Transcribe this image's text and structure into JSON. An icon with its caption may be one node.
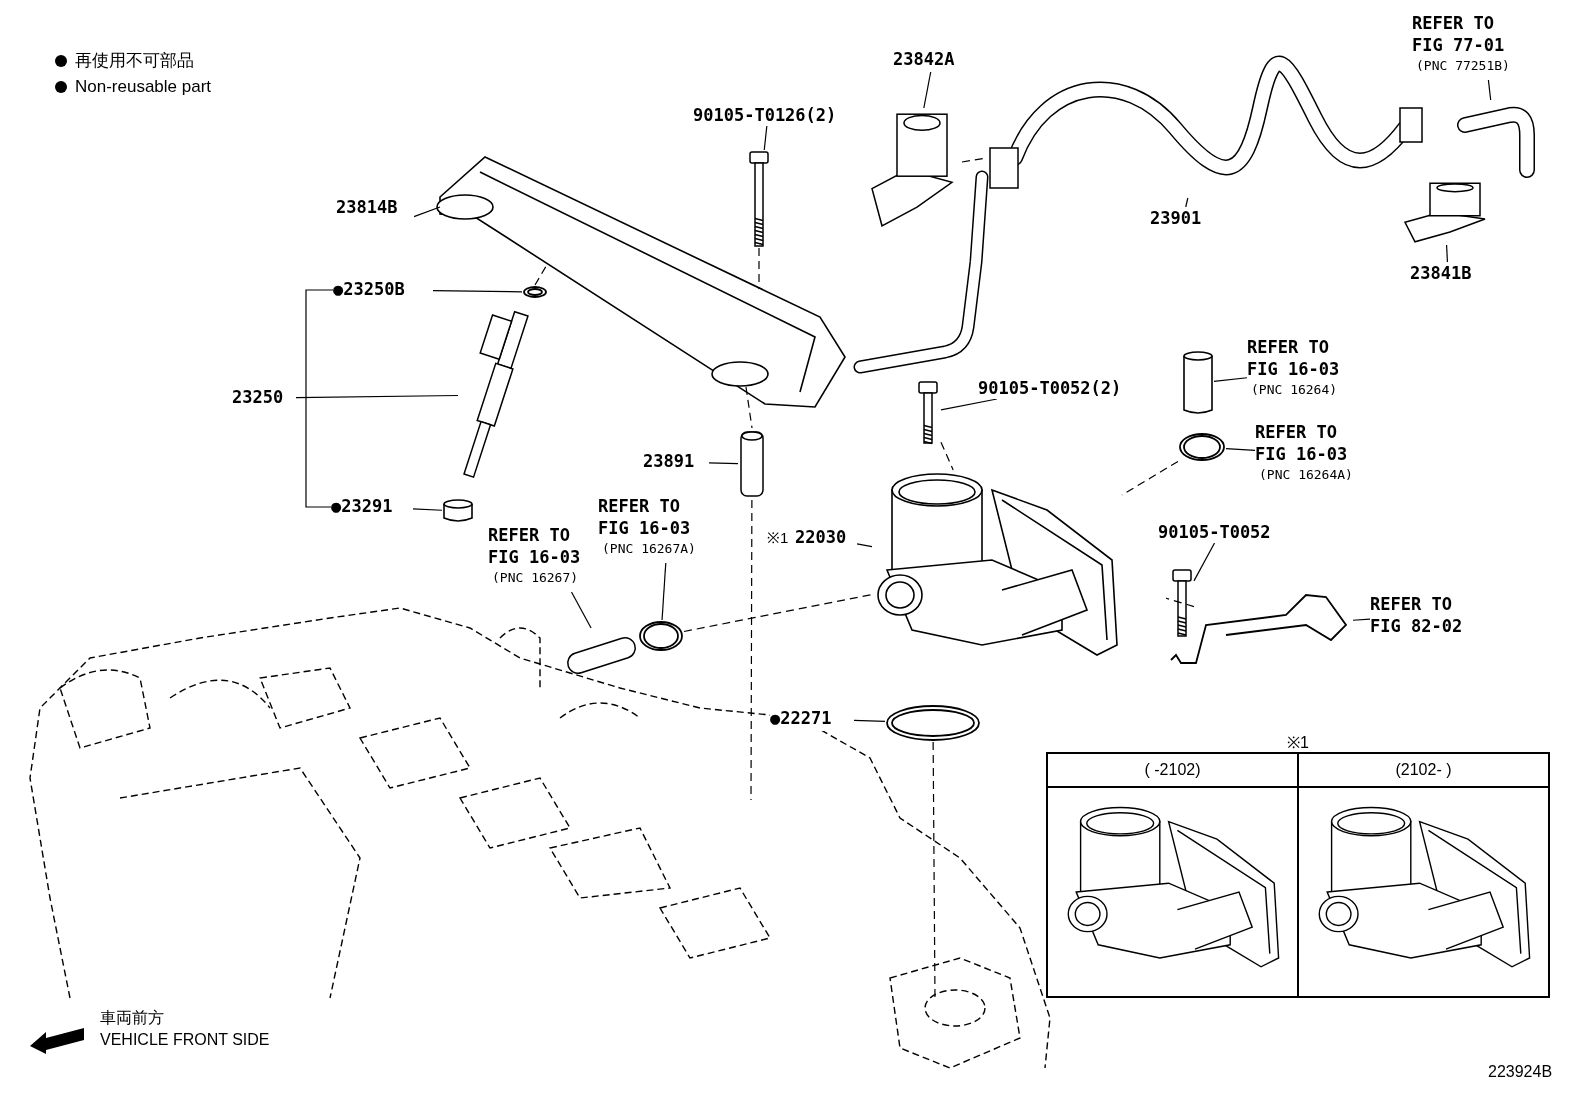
{
  "diagram": {
    "nodes": [
      {
        "text": [
          "23842A"
        ]
      },
      {
        "text": [],
        "shape": "picture"
      },
      {
        "text": [
          "90105-T0126(2)"
        ]
      },
      {
        "text": [],
        "shape": "picture"
      },
      {
        "text": [
          "23814B"
        ]
      },
      {
        "text": [],
        "shape": "picture"
      },
      {
        "text": [
          "23901"
        ]
      },
      {
        "text": [],
        "shape": "picture"
      },
      {
        "text": [
          "REFER TO FIG 77-01",
          "(PNC 77251B)"
        ]
      },
      {
        "text": [],
        "shape": "picture"
      },
      {
        "text": [],
        "shape": "picture"
      },
      {
        "text": [
          "23841B"
        ]
      },
      {
        "text": [
          "●23250B"
        ]
      },
      {
        "text": [],
        "shape": "circle"
      },
      {
        "text": [
          "23250"
        ]
      },
      {
        "text": [],
        "shape": "picture"
      },
      {
        "text": [
          "●23291"
        ]
      },
      {
        "text": [],
        "shape": "cylinder"
      },
      {
        "text": [
          "23891"
        ]
      },
      {
        "text": [],
        "shape": "picture"
      },
      {
        "text": [
          "90105-T0052(2)"
        ]
      },
      {
        "text": [],
        "shape": "picture"
      },
      {
        "text": [
          "REFER TO FIG 16-03",
          "(PNC 16264)"
        ]
      },
      {
        "text": [],
        "shape": "cylinder"
      },
      {
        "text": [
          "REFER TO FIG 16-03",
          "(PNC 16264A)"
        ]
      },
      {
        "text": [],
        "shape": "circle"
      },
      {
        "text": [
          "22030"
        ],
        "beside": [
          "※1"
        ]
      },
      {
        "text": [],
        "shape": "picture"
      },
      {
        "text": [
          "90105-T0052"
        ]
      },
      {
        "text": [],
        "shape": "picture"
      },
      {
        "text": [
          "REFER TO FIG 82-02"
        ]
      },
      {
        "text": [],
        "shape": "picture"
      },
      {
        "text": [
          "REFER TO FIG 16-03",
          "(PNC 16267)"
        ]
      },
      {
        "text": [],
        "shape": "picture"
      },
      {
        "text": [
          "REFER TO FIG 16-03",
          "(PNC 16267A)"
        ]
      },
      {
        "text": [],
        "shape": "circle"
      },
      {
        "text": [
          "●22271"
        ]
      },
      {
        "text": [],
        "shape": "picture"
      },
      {
        "text": [
          "※1"
        ]
      },
      {
        "text": [
          "( -2102)"
        ],
        "in": 38
      },
      {
        "text": [
          "(2102- )"
        ],
        "in": 38
      }
    ],
    "edges": [
      {
        "from": 0,
        "to": 1,
        "arrow": "none"
      },
      {
        "from": 2,
        "to": 3,
        "arrow": "none"
      },
      {
        "from": 4,
        "to": 5,
        "arrow": "none"
      },
      {
        "from": 6,
        "to": 7,
        "arrow": "none"
      },
      {
        "from": 8,
        "to": 9,
        "arrow": "none"
      },
      {
        "from": 11,
        "to": 10,
        "arrow": "none"
      },
      {
        "from": 12,
        "to": 13,
        "arrow": "none"
      },
      {
        "from": 14,
        "to": 15,
        "arrow": "none"
      },
      {
        "from": 16,
        "to": 17,
        "arrow": "none"
      },
      {
        "from": 18,
        "to": 19,
        "arrow": "none"
      },
      {
        "from": 20,
        "to": 21,
        "arrow": "none"
      },
      {
        "from": 22,
        "to": 23,
        "arrow": "none"
      },
      {
        "from": 24,
        "to": 25,
        "arrow": "none"
      },
      {
        "from": 26,
        "to": 27,
        "arrow": "none"
      },
      {
        "from": 28,
        "to": 29,
        "arrow": "none"
      },
      {
        "from": 30,
        "to": 31,
        "arrow": "none"
      },
      {
        "from": 32,
        "to": 33,
        "arrow": "none"
      },
      {
        "from": 34,
        "to": 35,
        "arrow": "none"
      },
      {
        "from": 36,
        "to": 37,
        "arrow": "none"
      },
      {
        "from": 1,
        "to": 7,
        "arrow": "none",
        "style": "dashed"
      },
      {
        "from": 13,
        "to": 5,
        "arrow": "none",
        "style": "dashed"
      },
      {
        "from": 3,
        "to": 5,
        "arrow": "none",
        "style": "dashed"
      },
      {
        "from": 5,
        "to": 19,
        "arrow": "none",
        "style": "dashed"
      },
      {
        "from": 19,
        "to": null,
        "arrow": "none",
        "style": "dashed"
      },
      {
        "from": 21,
        "to": 27,
        "arrow": "none",
        "style": "dashed"
      },
      {
        "from": 25,
        "to": 27,
        "arrow": "none",
        "style": "dashed"
      },
      {
        "from": 35,
        "to": 27,
        "arrow": "none",
        "style": "dashed"
      },
      {
        "from": 29,
        "to": 31,
        "arrow": "none",
        "style": "dashed"
      },
      {
        "from": 37,
        "to": null,
        "arrow": "none",
        "style": "dashed"
      }
    ],
    "labels": [
      "車両前方",
      "VEHICLE FRONT SIDE",
      "223924B"
    ],
    "legend": [
      {
        "text": "再使用不可部品"
      },
      {
        "text": "Non-reusable part"
      }
    ]
  }
}
